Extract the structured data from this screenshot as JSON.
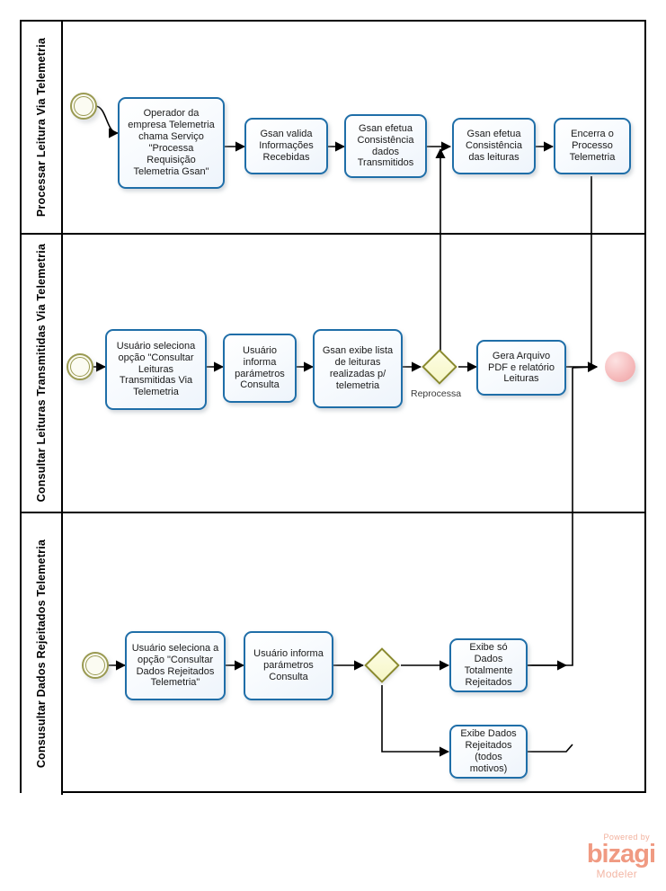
{
  "diagram": {
    "type": "bpmn-process-diagram",
    "pool_label": "",
    "lanes": [
      {
        "id": "lane-processar-leitura",
        "label": "Processar Leitura Via Telemetria",
        "start_events": [
          {
            "name": "start-event-processar",
            "label": ""
          }
        ],
        "tasks": [
          {
            "id": "t1",
            "label": "Operador da empresa Telemetria chama Serviço \"Processa Requisição Telemetria Gsan\""
          },
          {
            "id": "t2",
            "label": "Gsan valida Informações Recebidas"
          },
          {
            "id": "t3",
            "label": "Gsan efetua Consistência dados Transmitidos"
          },
          {
            "id": "t4",
            "label": "Gsan efetua Consistência das leituras"
          },
          {
            "id": "t5",
            "label": "Encerra o Processo Telemetria"
          }
        ],
        "gateways": []
      },
      {
        "id": "lane-consultar-leituras",
        "label": "Consultar Leituras Transmitidas Via Telemetria",
        "start_events": [
          {
            "name": "start-event-consultar-leituras",
            "label": ""
          }
        ],
        "tasks": [
          {
            "id": "t6",
            "label": "Usuário seleciona opção \"Consultar Leituras Transmitidas Via Telemetria"
          },
          {
            "id": "t7",
            "label": "Usuário informa parámetros Consulta"
          },
          {
            "id": "t8",
            "label": "Gsan exibe lista de leituras realizadas p/ telemetria"
          },
          {
            "id": "t9",
            "label": "Gera Arquivo PDF e relatório Leituras"
          }
        ],
        "gateways": [
          {
            "id": "g1",
            "label": "Reprocessa"
          }
        ],
        "end_events": [
          {
            "name": "end-event-consultar",
            "label": ""
          }
        ]
      },
      {
        "id": "lane-consultar-rejeitados",
        "label": "Consusultar Dados Rejeitados Telemetria",
        "start_events": [
          {
            "name": "start-event-rejeitados",
            "label": ""
          }
        ],
        "tasks": [
          {
            "id": "t10",
            "label": "Usuário seleciona a opção \"Consultar Dados Rejeitados Telemetria\""
          },
          {
            "id": "t11",
            "label": "Usuário informa parámetros Consulta"
          },
          {
            "id": "t12",
            "label": "Exibe só Dados Totalmente Rejeitados"
          },
          {
            "id": "t13",
            "label": "Exibe Dados Rejeitados (todos motivos)"
          }
        ],
        "gateways": [
          {
            "id": "g2",
            "label": ""
          }
        ]
      }
    ],
    "colors": {
      "task_border": "#1f6ea8",
      "task_fill": "#f2f7fc",
      "start_event_border": "#9a9a52",
      "end_event_border": "#a20d0d",
      "end_event_fill": "#f3b6b7",
      "gateway_border": "#8a8a2e",
      "gateway_fill": "#f7f7c8",
      "lane_border": "#000000",
      "flow_line": "#000000"
    }
  },
  "branding": {
    "powered_by": "Powered by",
    "product": "bizagi",
    "edition": "Modeler"
  }
}
